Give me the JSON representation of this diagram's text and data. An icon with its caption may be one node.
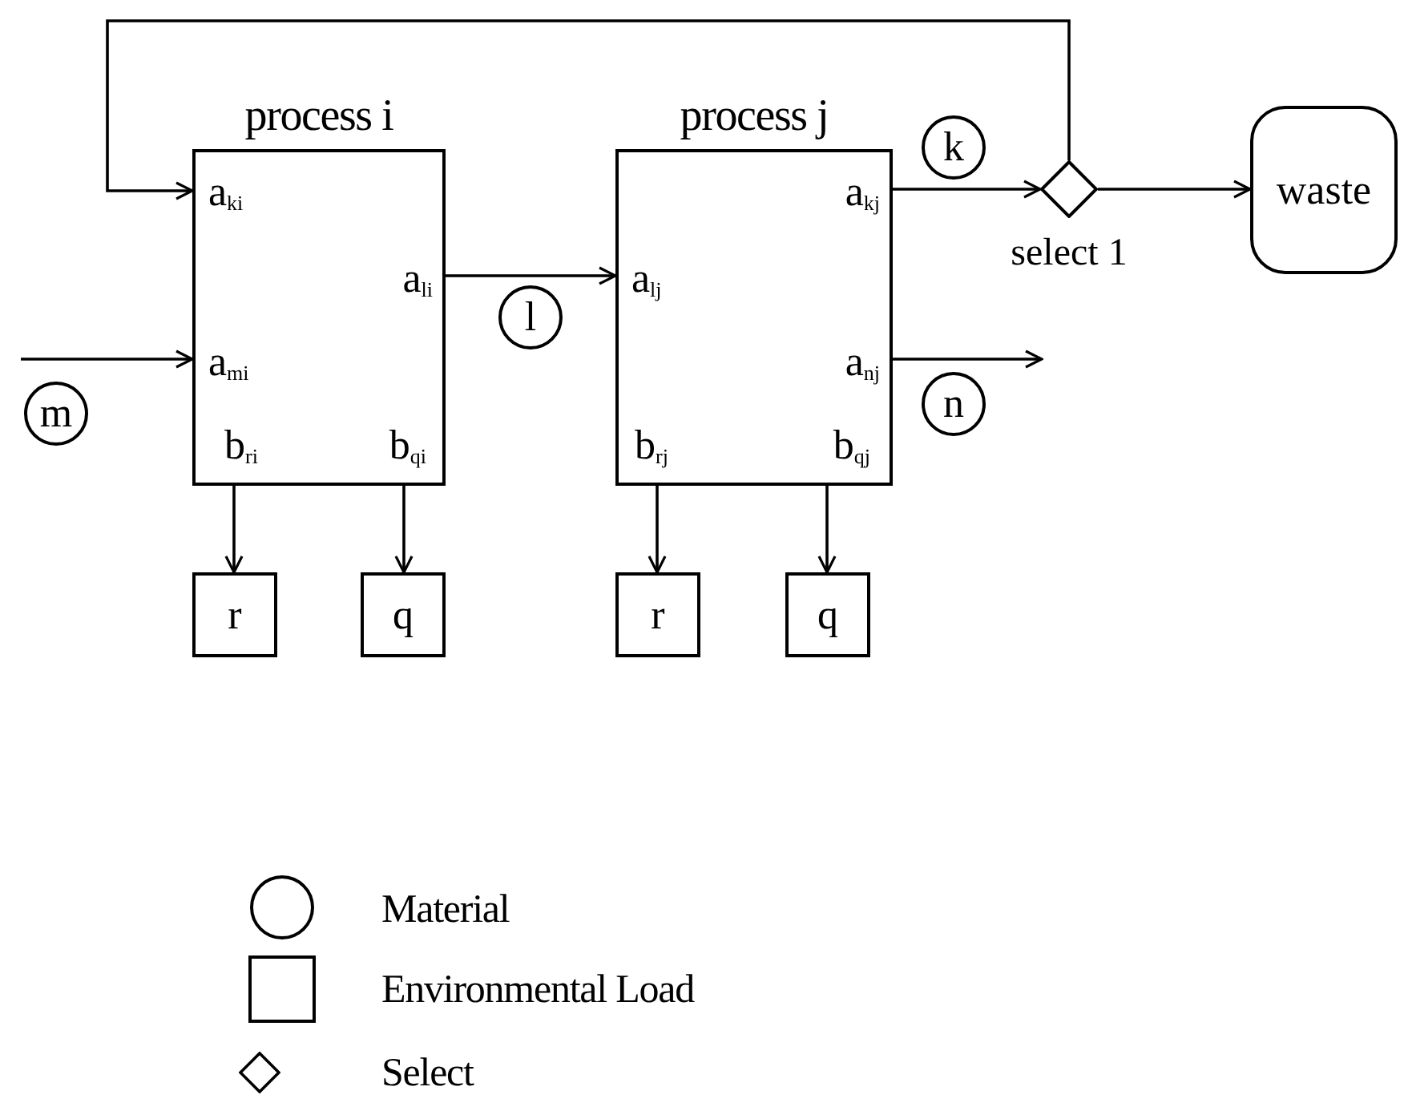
{
  "diagram": {
    "nodes": [
      {
        "text": [
          "process i",
          "a$_{ki}$",
          "a$_{li}$",
          "a$_{mi}$",
          "b$_{ri}$",
          "b$_{qi}$"
        ]
      },
      {
        "text": [
          "process j",
          "a$_{kj}$",
          "a$_{lj}$",
          "a$_{nj}$",
          "b$_{rj}$",
          "b$_{qj}$"
        ]
      },
      {
        "text": [],
        "shape": "diamond",
        "beside": [
          "select 1"
        ]
      },
      {
        "text": [
          "waste"
        ]
      },
      {
        "text": [
          "r"
        ]
      },
      {
        "text": [
          "q"
        ]
      },
      {
        "text": [
          "r"
        ]
      },
      {
        "text": [
          "q"
        ]
      },
      {
        "text": [
          "m"
        ]
      },
      {
        "text": [
          "l"
        ]
      },
      {
        "text": [
          "k"
        ]
      },
      {
        "text": [
          "n"
        ]
      }
    ],
    "edges": [
      {
        "from": null,
        "to": 0,
        "arrow": "to"
      },
      {
        "from": 0,
        "to": 1,
        "arrow": "to"
      },
      {
        "from": 1,
        "to": 2,
        "arrow": "to"
      },
      {
        "from": 2,
        "to": 3,
        "arrow": "to"
      },
      {
        "from": 2,
        "to": 0,
        "arrow": "to"
      },
      {
        "from": 1,
        "to": null,
        "arrow": "to"
      },
      {
        "from": 0,
        "to": 4,
        "arrow": "to"
      },
      {
        "from": 0,
        "to": 5,
        "arrow": "to"
      },
      {
        "from": 1,
        "to": 6,
        "arrow": "to"
      },
      {
        "from": 1,
        "to": 7,
        "arrow": "to"
      }
    ],
    "legend": [
      {
        "text": "Material"
      },
      {
        "text": "Environmental Load"
      },
      {
        "text": "Select"
      }
    ]
  }
}
